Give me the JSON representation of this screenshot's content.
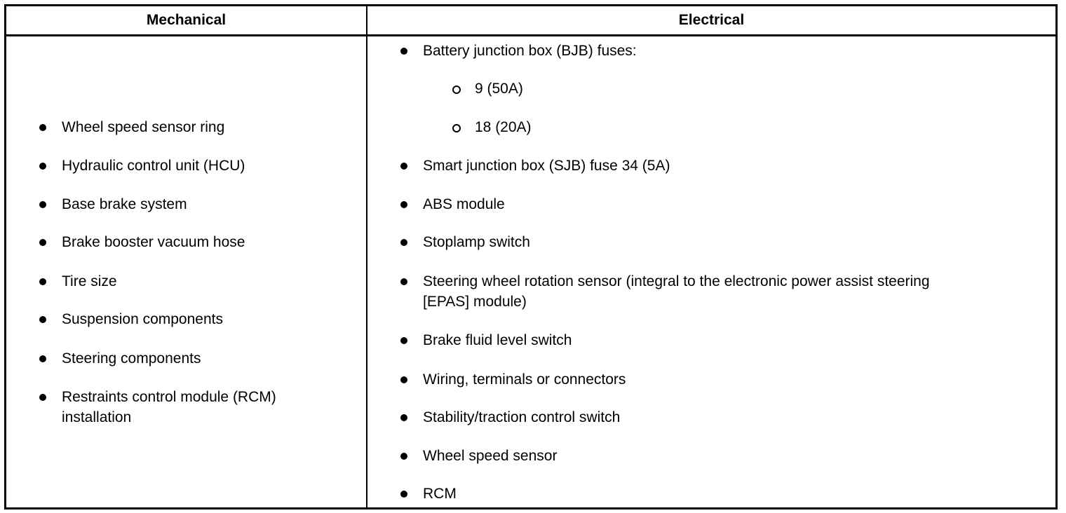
{
  "table": {
    "headers": {
      "mechanical": "Mechanical",
      "electrical": "Electrical"
    },
    "mechanical_items": [
      "Wheel speed sensor ring",
      "Hydraulic control unit (HCU)",
      "Base brake system",
      "Brake booster vacuum hose",
      "Tire size",
      "Suspension components",
      "Steering components",
      "Restraints control module (RCM)",
      "installation"
    ],
    "electrical_items": [
      "Battery junction box (BJB) fuses:",
      "9 (50A)",
      "18 (20A)",
      "Smart junction box (SJB) fuse 34 (5A)",
      "ABS module",
      "Stoplamp switch",
      "Steering wheel rotation sensor (integral to the electronic power assist steering",
      "[EPAS] module)",
      "Brake fluid level switch",
      "Wiring, terminals or connectors",
      "Stability/traction control switch",
      "Wheel speed sensor",
      "RCM"
    ]
  }
}
